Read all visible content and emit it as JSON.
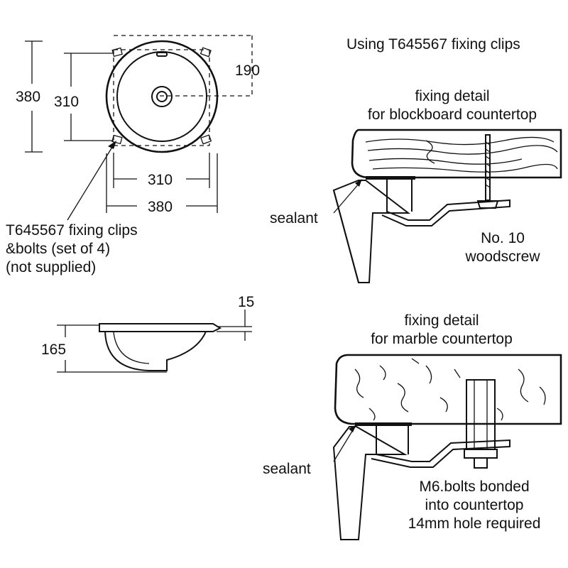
{
  "header": {
    "title": "Using T645567 fixing clips"
  },
  "plan_view": {
    "dims": {
      "overall_height": "380",
      "bowl_height": "310",
      "centre_offset": "190",
      "bowl_width": "310",
      "overall_width": "380"
    },
    "clip_callout": [
      "T645567 fixing clips",
      "&bolts (set of 4)",
      "(not supplied)"
    ]
  },
  "side_view": {
    "dims": {
      "rim_thickness": "15",
      "depth": "165"
    }
  },
  "blockboard_detail": {
    "title": [
      "fixing detail",
      "for blockboard countertop"
    ],
    "sealant_label": "sealant",
    "screw_label": [
      "No. 10",
      "woodscrew"
    ]
  },
  "marble_detail": {
    "title": [
      "fixing detail",
      "for marble countertop"
    ],
    "sealant_label": "sealant",
    "bolt_label": [
      "M6.bolts bonded",
      "into countertop",
      "14mm hole required"
    ]
  }
}
